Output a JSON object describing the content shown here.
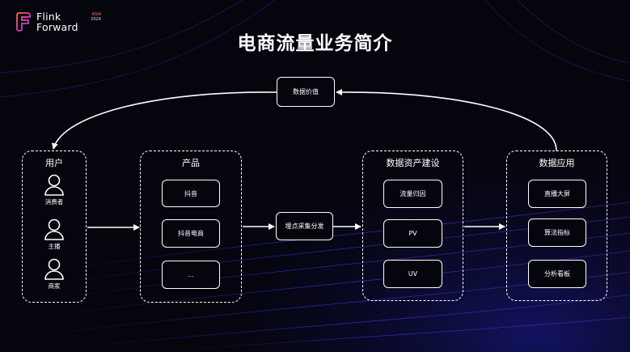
{
  "logo": {
    "line1": "Flink",
    "line2": "Forward",
    "edition_region": "ASIA",
    "edition_year": "2024"
  },
  "title": "电商流量业务简介",
  "top_node": "数据价值",
  "middle_node": "埋点采集分发",
  "groups": {
    "users": {
      "title": "用户",
      "items": [
        "消费者",
        "主播",
        "商家"
      ]
    },
    "products": {
      "title": "产品",
      "items": [
        "抖音",
        "抖音电商",
        "..."
      ]
    },
    "assets": {
      "title": "数据资产建设",
      "items": [
        "流量归因",
        "PV",
        "UV"
      ]
    },
    "apps": {
      "title": "数据应用",
      "items": [
        "直播大屏",
        "算法指标",
        "分析看板"
      ]
    }
  },
  "colors": {
    "background": "#05050d",
    "accent_blue": "#2a3cff",
    "accent_purple": "#8a2be2",
    "line": "#ffffff"
  }
}
